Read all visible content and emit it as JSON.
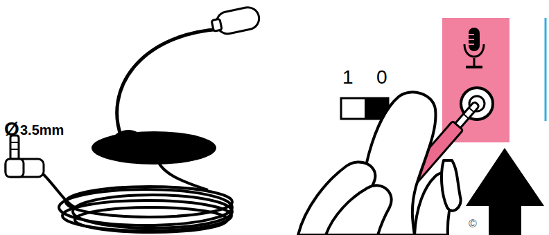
{
  "diagram": {
    "labels": [
      "Ø",
      "3.5mm",
      "1",
      "0",
      "©"
    ]
  }
}
